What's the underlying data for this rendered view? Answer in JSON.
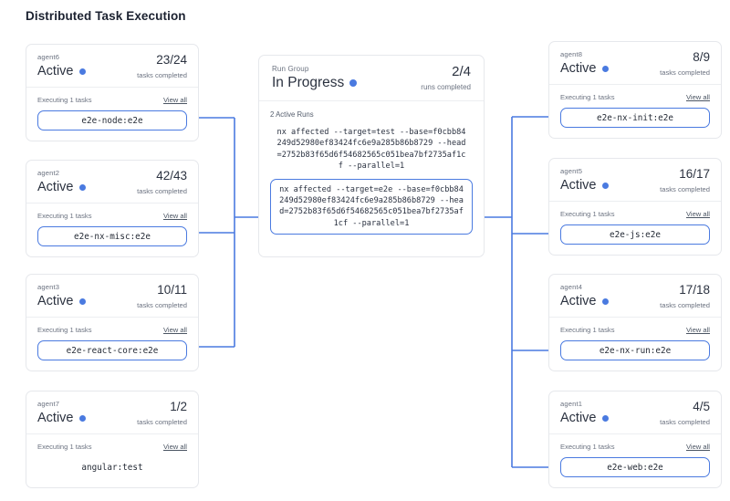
{
  "page": {
    "title": "Distributed Task Execution"
  },
  "colors": {
    "accent": "#4a7ae0",
    "card_border": "#e6e8ec",
    "text": "#2b3240",
    "muted": "#6b7280",
    "background": "#ffffff"
  },
  "labels": {
    "tasks_completed": "tasks completed",
    "runs_completed": "runs completed",
    "view_all": "View all",
    "executing": "Executing 1 tasks",
    "active_runs": "2 Active Runs"
  },
  "run_group": {
    "kicker": "Run Group",
    "status": "In Progress",
    "status_dot": "status-dot-blue",
    "count": "2/4",
    "count_label": "runs completed",
    "active_runs_label": "2 Active Runs",
    "runs": [
      {
        "command": "nx affected --target=test --base=f0cbb84249d52980ef83424fc6e9a285b86b8729 --head=2752b83f65d6f54682565c051bea7bf2735af1cf --parallel=1",
        "highlighted": false
      },
      {
        "command": "nx affected --target=e2e --base=f0cbb84249d52980ef83424fc6e9a285b86b8729 --head=2752b83f65d6f54682565c051bea7bf2735af1cf --parallel=1",
        "highlighted": true
      }
    ]
  },
  "left_agents": [
    {
      "name": "agent6",
      "status": "Active",
      "count": "23/24",
      "count_label": "tasks completed",
      "executing": "Executing 1 tasks",
      "view_all": "View all",
      "task": "e2e-node:e2e",
      "connected": true
    },
    {
      "name": "agent2",
      "status": "Active",
      "count": "42/43",
      "count_label": "tasks completed",
      "executing": "Executing 1 tasks",
      "view_all": "View all",
      "task": "e2e-nx-misc:e2e",
      "connected": true
    },
    {
      "name": "agent3",
      "status": "Active",
      "count": "10/11",
      "count_label": "tasks completed",
      "executing": "Executing 1 tasks",
      "view_all": "View all",
      "task": "e2e-react-core:e2e",
      "connected": true
    },
    {
      "name": "agent7",
      "status": "Active",
      "count": "1/2",
      "count_label": "tasks completed",
      "executing": "Executing 1 tasks",
      "view_all": "View all",
      "task": "angular:test",
      "connected": false
    }
  ],
  "right_agents": [
    {
      "name": "agent8",
      "status": "Active",
      "count": "8/9",
      "count_label": "tasks completed",
      "executing": "Executing 1 tasks",
      "view_all": "View all",
      "task": "e2e-nx-init:e2e",
      "connected": true
    },
    {
      "name": "agent5",
      "status": "Active",
      "count": "16/17",
      "count_label": "tasks completed",
      "executing": "Executing 1 tasks",
      "view_all": "View all",
      "task": "e2e-js:e2e",
      "connected": true
    },
    {
      "name": "agent4",
      "status": "Active",
      "count": "17/18",
      "count_label": "tasks completed",
      "executing": "Executing 1 tasks",
      "view_all": "View all",
      "task": "e2e-nx-run:e2e",
      "connected": true
    },
    {
      "name": "agent1",
      "status": "Active",
      "count": "4/5",
      "count_label": "tasks completed",
      "executing": "Executing 1 tasks",
      "view_all": "View all",
      "task": "e2e-web:e2e",
      "connected": true
    }
  ]
}
